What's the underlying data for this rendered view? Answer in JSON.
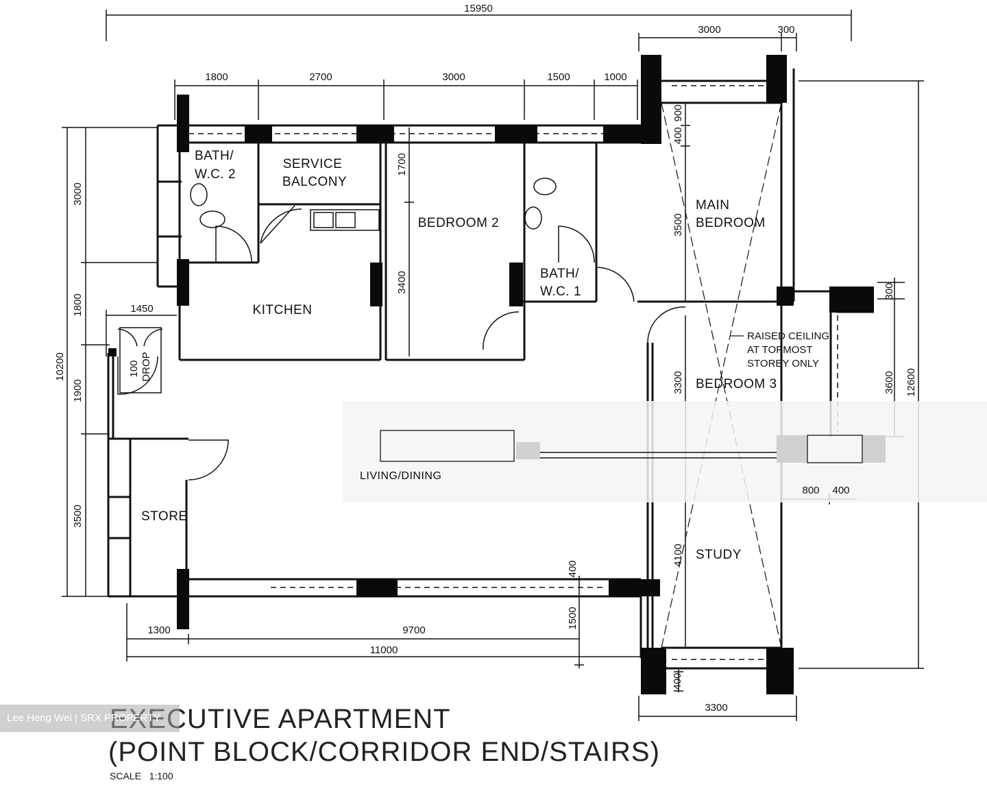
{
  "dimensions": {
    "total_width": "15950",
    "top_right_a": "3000",
    "top_right_b": "300",
    "top_1": "1800",
    "top_2": "2700",
    "top_3": "3000",
    "top_4": "1500",
    "top_5": "1000",
    "left_3000": "3000",
    "left_1800": "1800",
    "left_1900": "1900",
    "left_3500": "3500",
    "left_total": "10200",
    "porch_1450": "1450",
    "drop_100": "100",
    "drop_label": "DROP",
    "kitchen_1700": "1700",
    "bedroom2_3400": "3400",
    "main_900": "900",
    "main_400": "400",
    "main_3500": "3500",
    "bed3_3300": "3300",
    "study_4100": "4100",
    "right_300": "300",
    "right_3600": "3600",
    "right_12600": "12600",
    "right_800": "800",
    "right_400": "400",
    "bottom_400": "400",
    "bottom_1500": "1500",
    "bottom_1300": "1300",
    "bottom_9700": "9700",
    "bottom_11000": "11000",
    "bottom_400b": "400",
    "bottom_3300": "3300"
  },
  "rooms": {
    "bath2_line1": "BATH/",
    "bath2_line2": "W.C. 2",
    "service_line1": "SERVICE",
    "service_line2": "BALCONY",
    "bedroom2": "BEDROOM 2",
    "main_line1": "MAIN",
    "main_line2": "BEDROOM",
    "bath1_line1": "BATH/",
    "bath1_line2": "W.C. 1",
    "kitchen": "KITCHEN",
    "bedroom3": "BEDROOM 3",
    "living": "LIVING/DINING",
    "store": "STORE",
    "study": "STUDY"
  },
  "notes": {
    "raised_line1": "RAISED CEILING",
    "raised_line2": "AT TOPMOST",
    "raised_line3": "STOREY ONLY"
  },
  "title": {
    "line1": "EXECUTIVE APARTMENT",
    "line2": "(POINT BLOCK/CORRIDOR END/STAIRS)",
    "scale": "SCALE   1:100"
  },
  "watermark": "Lee Heng Wei | SRX PROPERTY"
}
